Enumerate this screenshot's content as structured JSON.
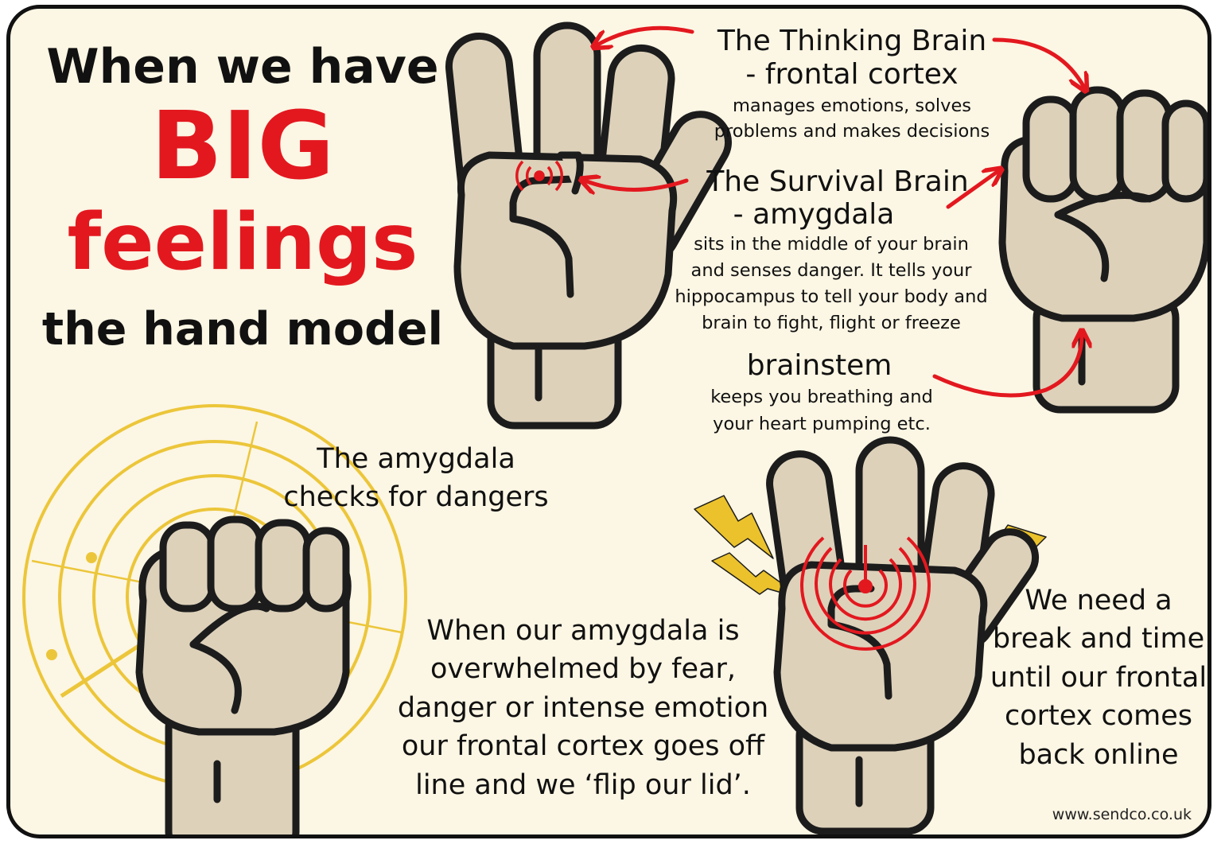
{
  "title": {
    "line1": "When we have",
    "big": "BIG",
    "feelings": "feelings",
    "line4": "the hand model"
  },
  "thinking_brain": {
    "heading_line1": "The Thinking Brain",
    "heading_line2": "- frontal cortex",
    "desc_line1": "manages emotions, solves",
    "desc_line2": "problems and makes decisions"
  },
  "survival_brain": {
    "heading_line1": "The Survival Brain",
    "heading_line2": "- amygdala",
    "desc_line1": "sits in the middle of your brain",
    "desc_line2": "and senses danger. It tells your",
    "desc_line3": "hippocampus to tell your body and",
    "desc_line4": "brain to fight, flight or freeze"
  },
  "brainstem": {
    "heading": "brainstem",
    "desc_line1": "keeps you  breathing and",
    "desc_line2": "your heart pumping etc."
  },
  "radar_caption": {
    "line1": "The amygdala",
    "line2": "checks for dangers"
  },
  "overwhelmed": {
    "line1": "When our amygdala is",
    "line2": "overwhelmed by fear,",
    "line3": "danger or intense emotion",
    "line4": "our frontal cortex goes off",
    "line5": "line and we ‘flip our lid’."
  },
  "break_text": {
    "line1": "We need a",
    "line2": "break and time",
    "line3": "until our frontal",
    "line4": "cortex comes",
    "line5": "back online"
  },
  "website": "www.sendco.co.uk",
  "colors": {
    "background": "#fcf6e4",
    "hand_fill": "#ddd1ba",
    "outline": "#1c1c1c",
    "red": "#e3181f",
    "radar_yellow": "#ecc63a",
    "lightning": "#ebc22c"
  },
  "icons": [
    "open-hand-thumb-tucked-icon",
    "fist-icon",
    "radar-icon",
    "lightning-icon",
    "amygdala-target-icon",
    "arrow-icon"
  ]
}
